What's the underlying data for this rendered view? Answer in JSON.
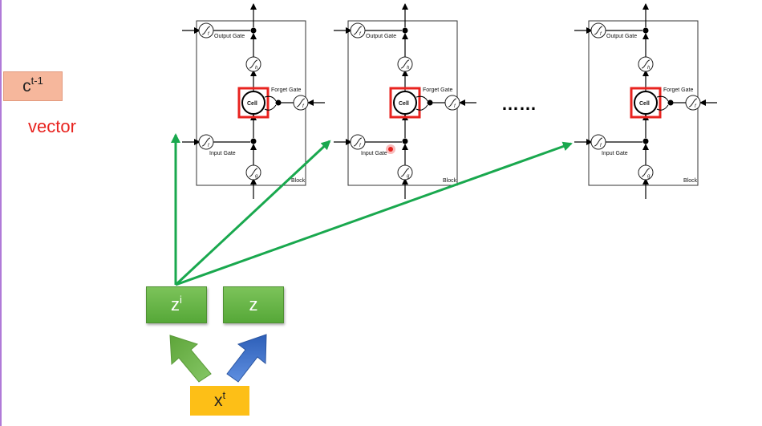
{
  "prev_cell": {
    "base": "c",
    "sup": "t-1"
  },
  "vector_label": "vector",
  "inputs": {
    "zi": {
      "base": "z",
      "sup": "i"
    },
    "z": {
      "base": "z"
    },
    "xt": {
      "base": "x",
      "sup": "t"
    }
  },
  "ellipsis": "……",
  "lstm_block": {
    "output_gate": "Output Gate",
    "forget_gate": "Forget Gate",
    "input_gate": "Input Gate",
    "cell": "Cell",
    "block": "Block",
    "f_symbol": "f",
    "h_symbol": "h",
    "g_symbol": "g"
  },
  "colors": {
    "green_arrow": "#19a84e",
    "cell_highlight": "#e8231f",
    "pointer_dot": "#e8231f",
    "z_box": "#5fb040",
    "xt_box": "#fdbf17",
    "ct_box": "#f6b79c",
    "blue_arrow": "#3a6fc9"
  }
}
